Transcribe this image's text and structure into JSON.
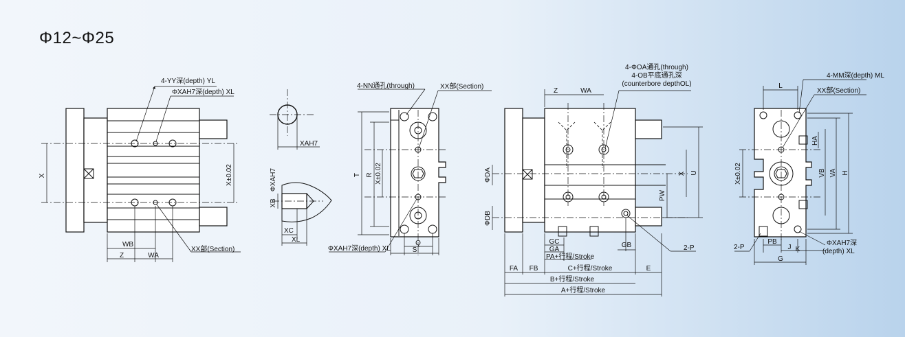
{
  "title": "Φ12~Φ25",
  "view1": {
    "yy_depth": "4-YY深(depth) YL",
    "xa_depth": "ΦXAH7深(depth) XL",
    "x": "X",
    "x_tol": "X±0.02",
    "wb": "WB",
    "z": "Z",
    "wa": "WA",
    "xx_section": "XX部(Section)"
  },
  "view2": {
    "xa_h7": "XAH7",
    "phi_xa": "ΦXAH7",
    "xb": "XB",
    "xc": "XC",
    "xl": "XL"
  },
  "view3": {
    "nn_through": "4-NN通孔(through)",
    "xx_section": "XX部(Section)",
    "t": "T",
    "r": "R",
    "x_tol": "X±0.02",
    "q": "Q",
    "s": "S",
    "xa_depth": "ΦXAH7深(depth) XL"
  },
  "view4": {
    "oa_through": "4-ΦOA通孔(through)",
    "ob_counterbore": "4-OB平底通孔深",
    "counterbore_depth": "(counterbore depthOL)",
    "z": "Z",
    "wa": "WA",
    "da": "ΦDA",
    "db": "ΦDB",
    "x": "X",
    "u": "U",
    "pw": "PW",
    "gc": "GC",
    "ga": "GA",
    "pa_stroke": "PA+行程/Stroke",
    "gb": "GB",
    "two_p": "2-P",
    "fa": "FA",
    "fb": "FB",
    "c_stroke": "C+行程/Stroke",
    "e": "E",
    "b_stroke": "B+行程/Stroke",
    "a_stroke": "A+行程/Stroke"
  },
  "view5": {
    "mm_depth": "4-MM深(depth) ML",
    "l": "L",
    "xx_section": "XX部(Section)",
    "ha": "HA",
    "vb": "VB",
    "va": "VA",
    "h": "H",
    "x_tol": "X±0.02",
    "two_p": "2-P",
    "pb": "PB",
    "j": "J",
    "k": "K",
    "g": "G",
    "xa_depth_1": "ΦXAH7深",
    "xa_depth_2": "(depth) XL"
  }
}
